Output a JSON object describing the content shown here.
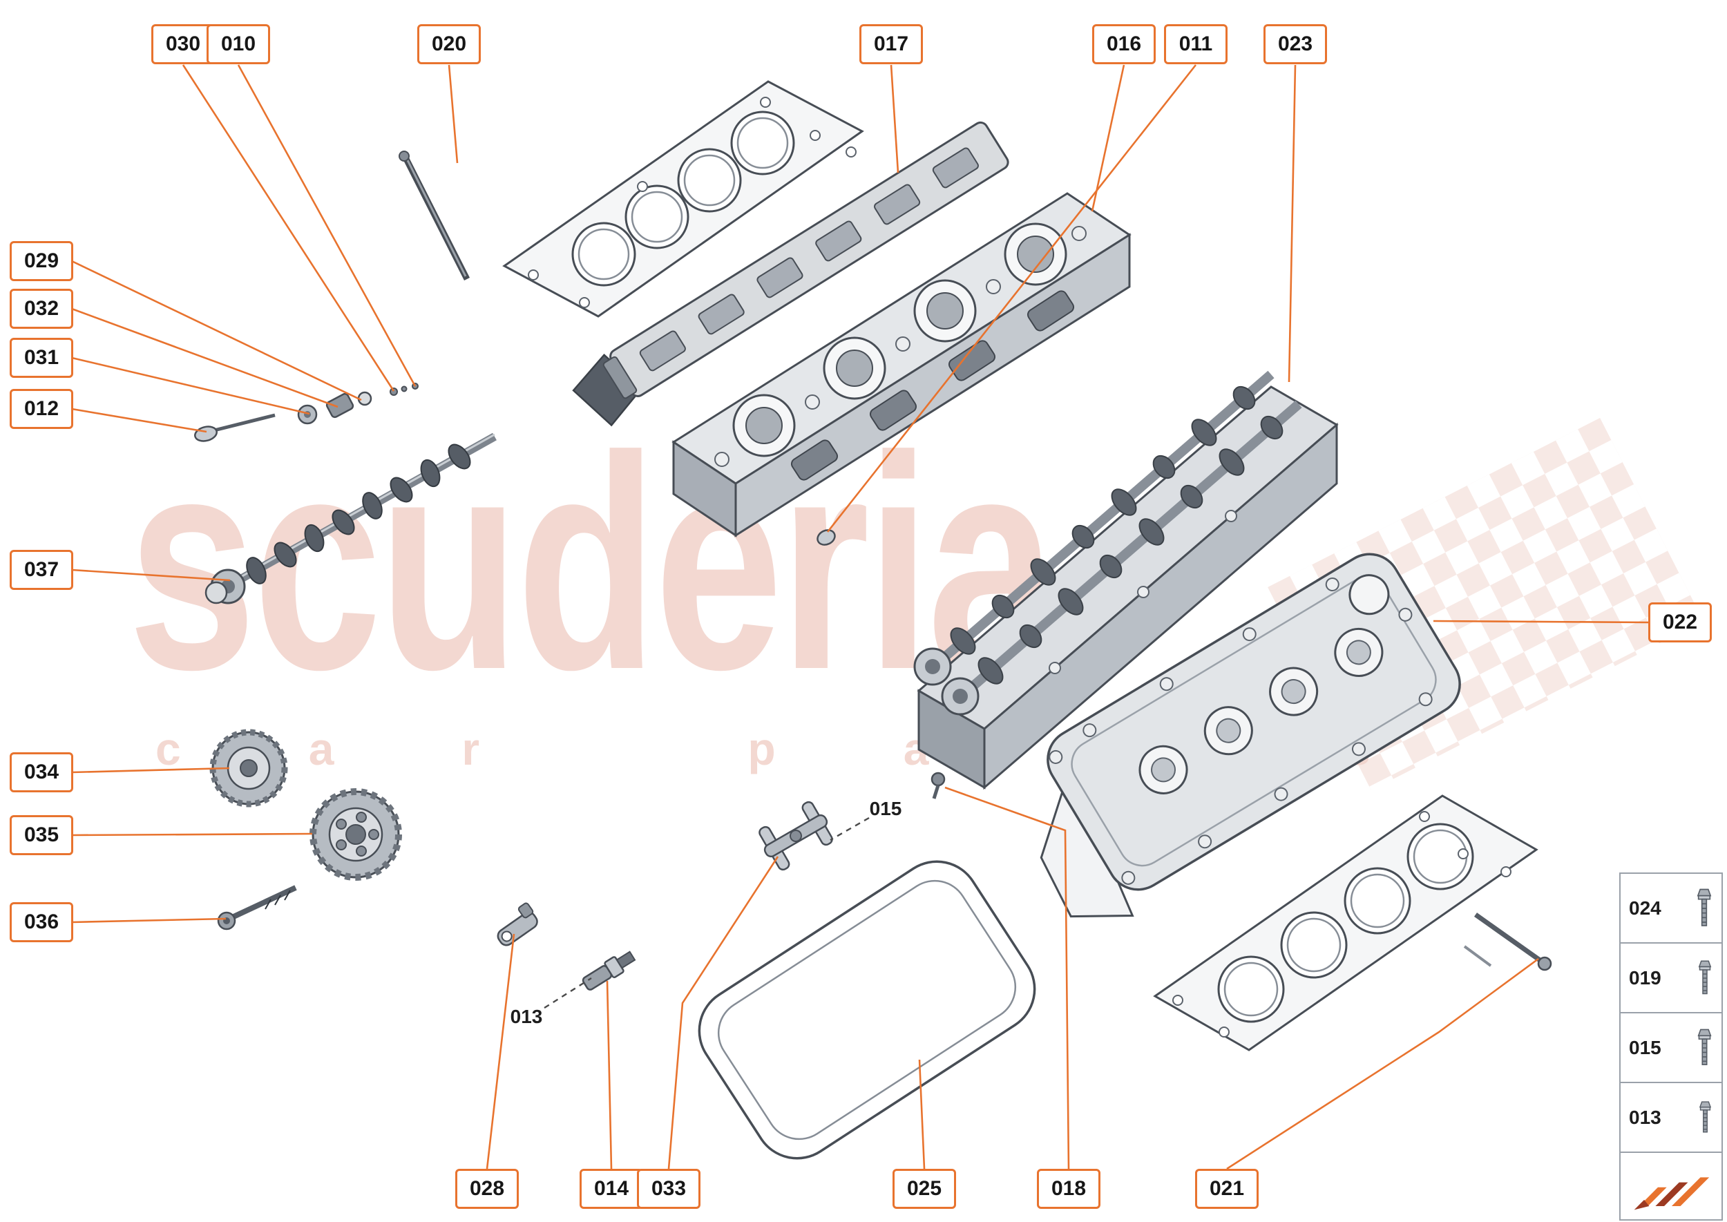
{
  "brand": {
    "watermark_line1": "scuderia",
    "watermark_line2": "car parts"
  },
  "colors": {
    "accent": "#e8732e",
    "watermark": "#f3d8d1",
    "line_art": "#474d55"
  },
  "callouts": [
    {
      "id": "030",
      "label": "030"
    },
    {
      "id": "010",
      "label": "010"
    },
    {
      "id": "020",
      "label": "020"
    },
    {
      "id": "017",
      "label": "017"
    },
    {
      "id": "016",
      "label": "016"
    },
    {
      "id": "011",
      "label": "011"
    },
    {
      "id": "023",
      "label": "023"
    },
    {
      "id": "029",
      "label": "029"
    },
    {
      "id": "032",
      "label": "032"
    },
    {
      "id": "031",
      "label": "031"
    },
    {
      "id": "012",
      "label": "012"
    },
    {
      "id": "037",
      "label": "037"
    },
    {
      "id": "034",
      "label": "034"
    },
    {
      "id": "035",
      "label": "035"
    },
    {
      "id": "036",
      "label": "036"
    },
    {
      "id": "022",
      "label": "022"
    },
    {
      "id": "028",
      "label": "028"
    },
    {
      "id": "014",
      "label": "014"
    },
    {
      "id": "033",
      "label": "033"
    },
    {
      "id": "025",
      "label": "025"
    },
    {
      "id": "018",
      "label": "018"
    },
    {
      "id": "021",
      "label": "021"
    }
  ],
  "inline_labels": [
    {
      "id": "015",
      "label": "015"
    },
    {
      "id": "013",
      "label": "013"
    }
  ],
  "legend": {
    "items": [
      {
        "label": "024"
      },
      {
        "label": "019"
      },
      {
        "label": "015"
      },
      {
        "label": "013"
      }
    ]
  }
}
